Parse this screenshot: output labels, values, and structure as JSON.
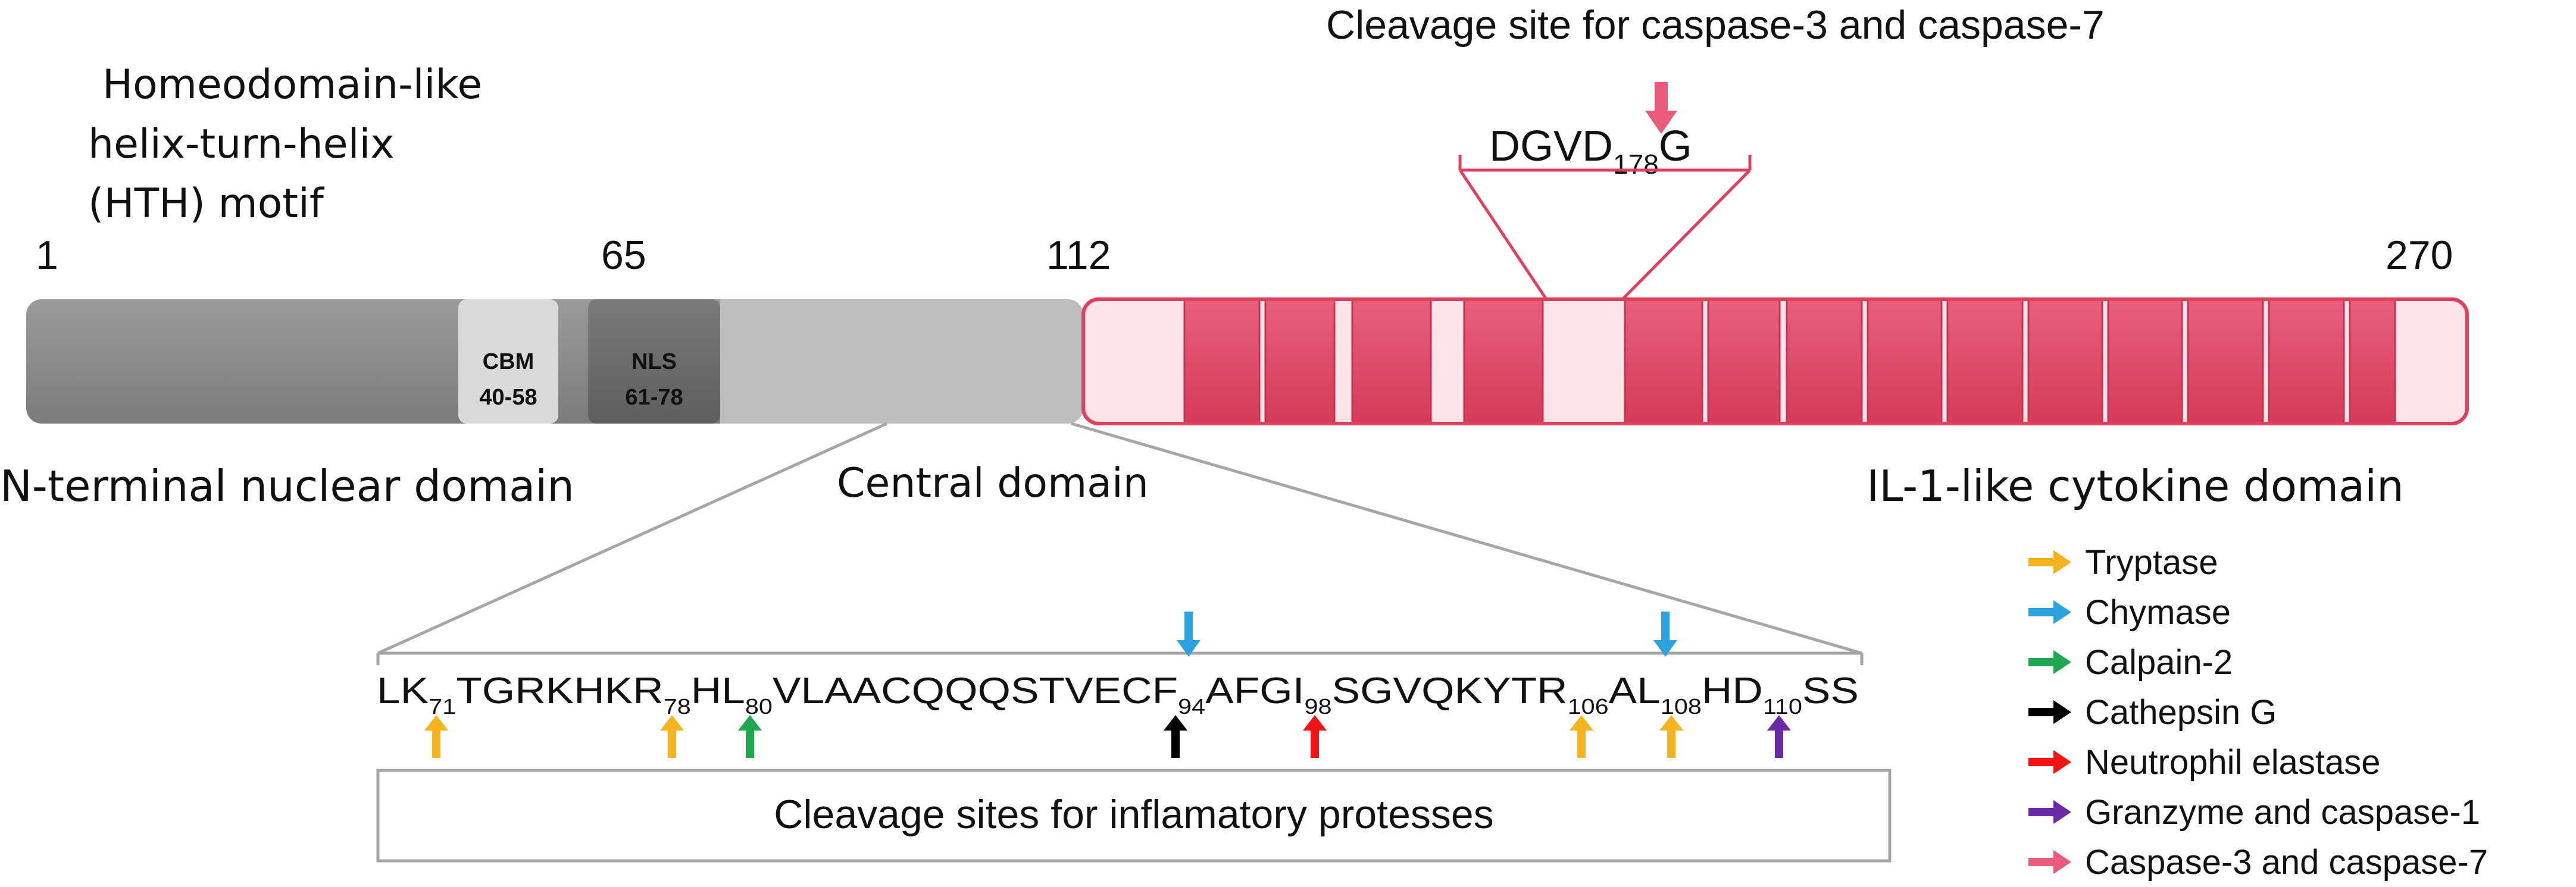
{
  "labels": {
    "hth_line1": "Homeodomain-like",
    "hth_line2": "helix-turn-helix",
    "hth_line3": "(HTH) motif",
    "pos_1": "1",
    "pos_65": "65",
    "pos_112": "112",
    "pos_270": "270",
    "cbm_name": "CBM",
    "cbm_range": "40-58",
    "nls_name": "NLS",
    "nls_range": "61-78",
    "n_terminal_domain": "N-terminal nuclear domain",
    "central_domain": "Central domain",
    "il1_domain": "IL-1-like cytokine domain",
    "caspase_cleavage_title": "Cleavage site for caspase-3 and caspase-7",
    "caspase_site_seq": "DGVD",
    "caspase_site_sub": "178",
    "caspase_site_after": "G",
    "cleavage_box": "Cleavage sites for inflamatory protesses"
  },
  "sequence": [
    {
      "text": "LK",
      "sub": "71"
    },
    {
      "text": "TGRKHKR",
      "sub": "78"
    },
    {
      "text": "HL",
      "sub": "80"
    },
    {
      "text": "VLAACQQQSTVECF",
      "sub": "94"
    },
    {
      "text": "AFGI",
      "sub": "98"
    },
    {
      "text": "SGVQKYTR",
      "sub": "106"
    },
    {
      "text": "AL",
      "sub": "108"
    },
    {
      "text": "HD",
      "sub": "110"
    },
    {
      "text": "SS",
      "sub": ""
    }
  ],
  "legend": [
    {
      "label": "Tryptase",
      "color": "#F5B41E"
    },
    {
      "label": "Chymase",
      "color": "#2AA3E0"
    },
    {
      "label": "Calpain-2",
      "color": "#1FA84F"
    },
    {
      "label": "Cathepsin G",
      "color": "#000000"
    },
    {
      "label": "Neutrophil elastase",
      "color": "#F41414"
    },
    {
      "label": "Granzyme and caspase-1",
      "color": "#6A2AA8"
    },
    {
      "label": "Caspase-3 and caspase-7",
      "color": "#EC5A7A"
    }
  ],
  "colors": {
    "n_terminal": "#8C8C8C",
    "central": "#BFBFBF",
    "cbm": "#D6D6D6",
    "nls": "#6E6E6E",
    "il1_outline": "#E0405E",
    "il1_light": "#FCE4E8",
    "il1_dark": "#E04A68"
  }
}
